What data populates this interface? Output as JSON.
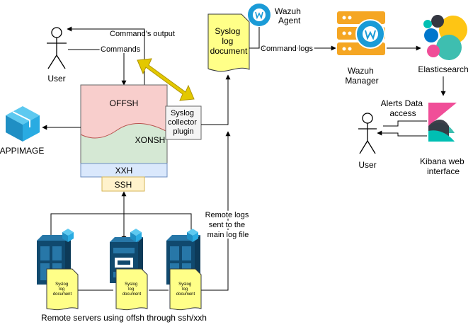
{
  "labels": {
    "user_main": "User",
    "command_output": "Command's output",
    "commands": "Commands",
    "offsh": "OFFSH",
    "xonsh": "XONSH",
    "xxh": "XXH",
    "ssh": "SSH",
    "appimage": "APPIMAGE",
    "syslog_plugin": [
      "Syslog",
      "collector",
      "plugin"
    ],
    "syslog_doc": [
      "Syslog",
      "log",
      "document"
    ],
    "wazuh_agent": [
      "Wazuh",
      "Agent"
    ],
    "command_logs": "Command logs",
    "wazuh_manager": [
      "Wazuh",
      "Manager"
    ],
    "elasticsearch": "Elasticsearch",
    "alerts": [
      "Alerts Data",
      "access"
    ],
    "user_kibana": "User",
    "kibana": [
      "Kibana web",
      "interface"
    ],
    "remote_logs": [
      "Remote logs",
      "sent to the",
      "main log file"
    ],
    "small_doc": [
      "Syslog",
      "log",
      "document"
    ],
    "remote_servers": "Remote servers using offsh through ssh/xxh"
  },
  "colors": {
    "offsh_fill": "#f8cecc",
    "xonsh_fill": "#d5e8d4",
    "xxh_fill": "#dae8fc",
    "ssh_fill": "#fff2cc",
    "doc_fill": "#ffff88",
    "plugin_fill": "#f5f5f5",
    "yellow_arrow": "#e3c800",
    "wazuh_blue": "#1a9bd7",
    "wazuh_orange": "#f5a623",
    "server_dark": "#10496e",
    "server_light": "#2777a8",
    "cube": "#29abe2"
  },
  "icons": [
    "user-icon",
    "appimage-cube-icon",
    "wazuh-agent-icon",
    "wazuh-manager-icon",
    "elasticsearch-icon",
    "kibana-icon",
    "server-icon",
    "syslog-document-icon"
  ]
}
